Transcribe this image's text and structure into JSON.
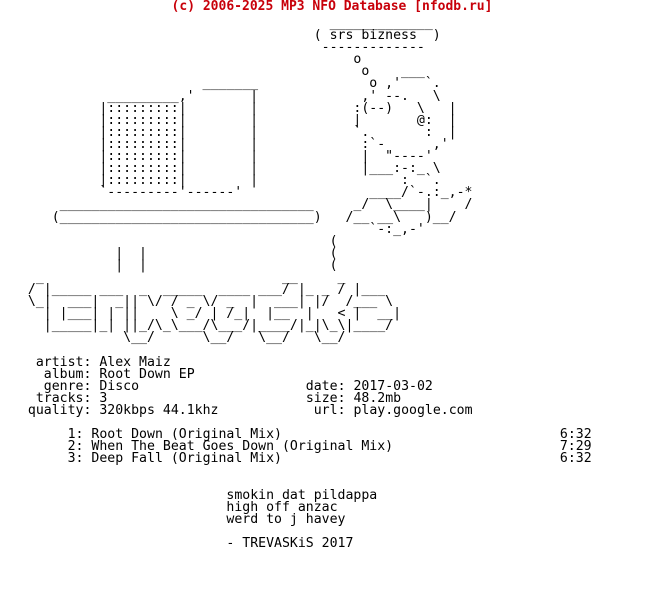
{
  "header": {
    "copyright": "(c) 2006-2025 MP3 NFO Database [nfodb.ru]",
    "accent_color": "#c8000a"
  },
  "art_lines": [
    "                                        _____________",
    "                                      ( srs bizness  )",
    "                                       -------------",
    "                                           o",
    "                                            o    ___",
    "                        _______              o ,'   `.",
    "            _________,'       |             ,' --.   \\",
    "           |:::::::::|        |            :(--)   \\   |",
    "           |:::::::::|        |            |       @:  |",
    "           |:::::::::|        |            `.       :  |",
    "           |:::::::::|        |             :`-      ,'",
    "           |:::::::::|        |             |  \"----'",
    "           |:::::::::|        |             |___:-:_ \\",
    "           |:::::::::|        |                  :  `.",
    "           `---------'------'                ____/`-.:_,-*",
    "      ________________________________     _/  \\____|    /",
    "     (________________________________)   /__ __\\   )__/",
    "                                             `-:_,-'",
    "                                        (",
    "             |  |                       (",
    "             |  |                       (",
    "   _                              __     _",
    "  / |_____ ___  _  _____  ____ ___/ |_ _ / |___",
    "  \\_|  ___|  _|| \\/ / _ \\/ _  |  ___| |/  /___ \\",
    "    | |___| | ||    \\ _/ | /_|  |__  |   < |  __|",
    "    |_____|_| ||_/\\_\\___/\\___/|____/|_|\\_\\|____/",
    "              \\__/      \\__/   \\__/   \\__/"
  ],
  "info": {
    "artist_label": "artist",
    "artist": "Alex Maiz",
    "album_label": "album",
    "album": "Root Down EP",
    "genre_label": "genre",
    "genre": "Disco",
    "tracks_label": "tracks",
    "tracks": "3",
    "quality_label": "quality",
    "quality": "320kbps 44.1khz",
    "date_label": "date",
    "date": "2017-03-02",
    "size_label": "size",
    "size": "48.2mb",
    "url_label": "url",
    "url": "play.google.com"
  },
  "tracklist": [
    {
      "num": "1",
      "title": "Root Down (Original Mix)",
      "time": "6:32"
    },
    {
      "num": "2",
      "title": "When The Beat Goes Down (Original Mix)",
      "time": "7:29"
    },
    {
      "num": "3",
      "title": "Deep Fall (Original Mix)",
      "time": "6:32"
    }
  ],
  "greetings": [
    "smokin dat pildappa",
    "high off anzac",
    "werd to j havey"
  ],
  "signature": "- TREVASKiS 2017"
}
